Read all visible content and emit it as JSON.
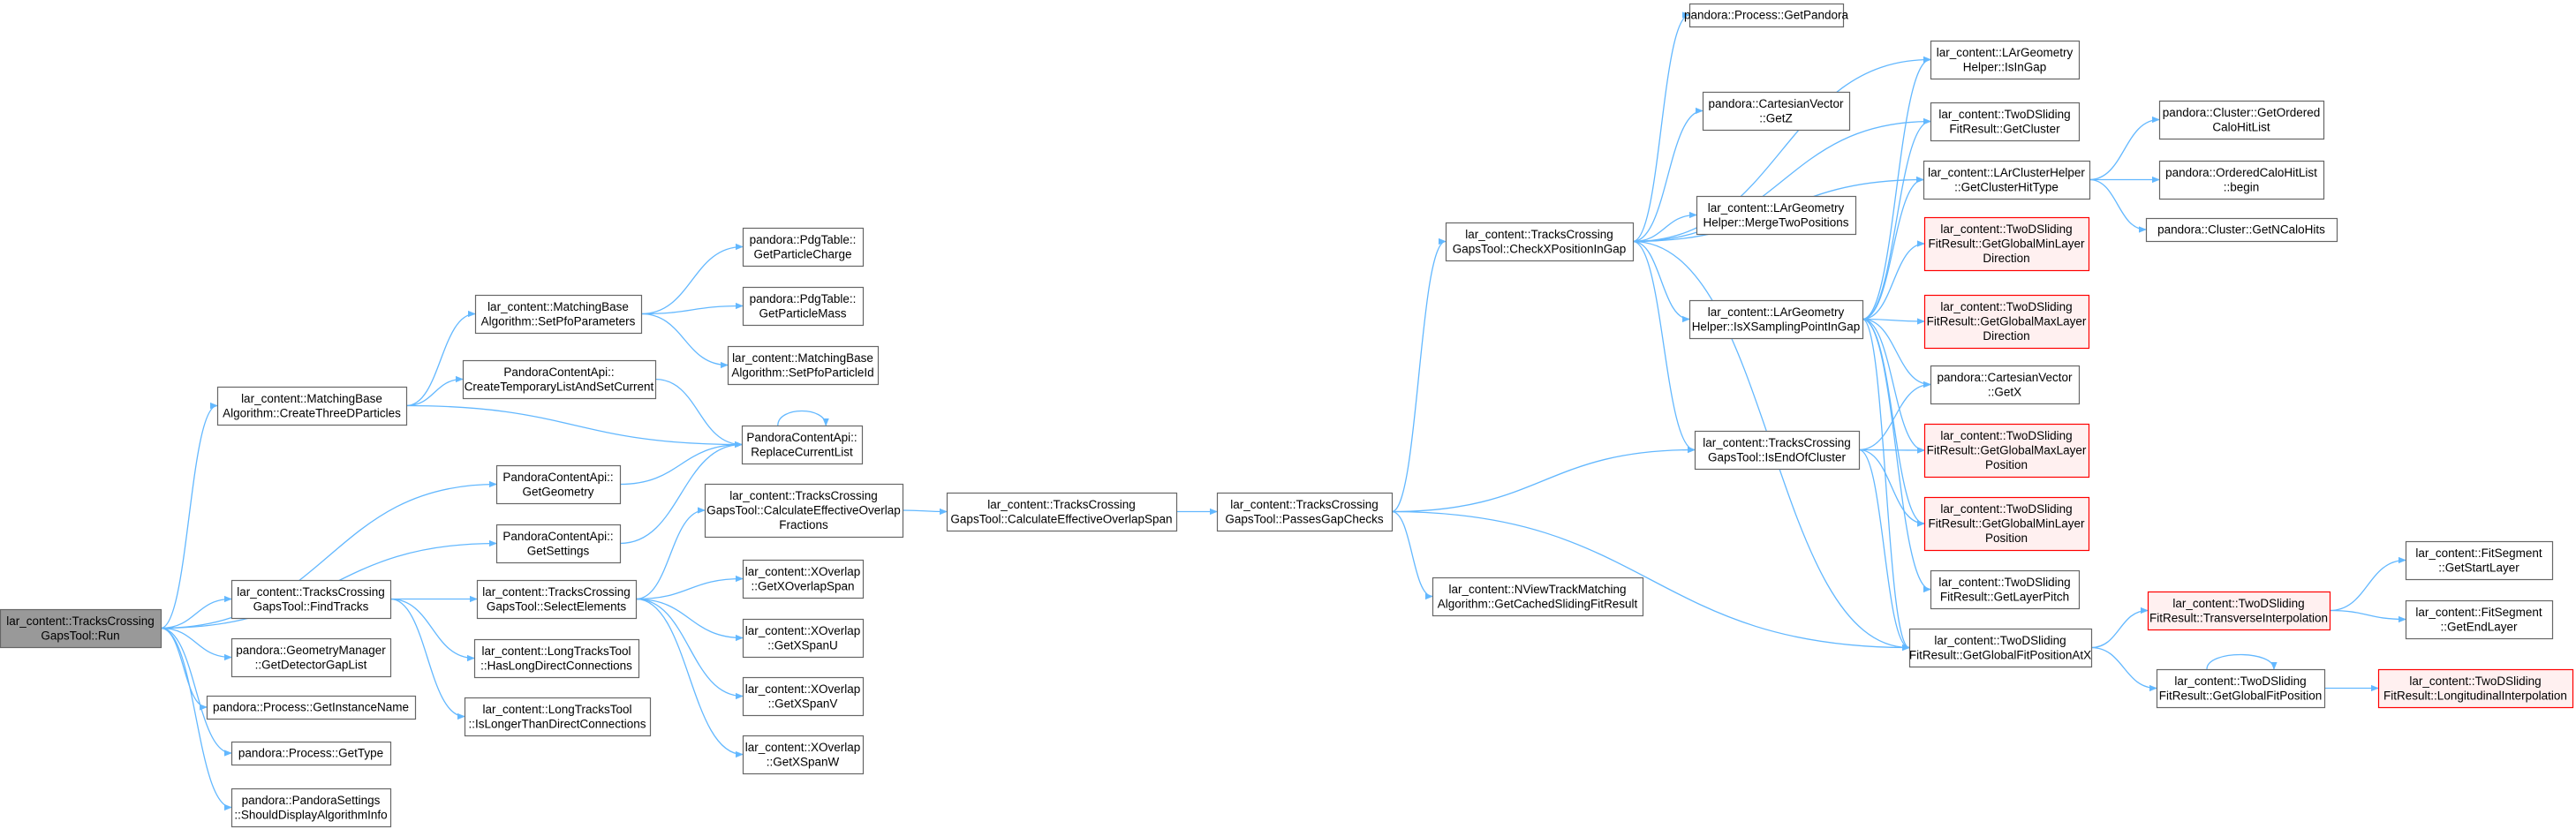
{
  "colors": {
    "edge": "#63b8ff",
    "node_fill": "#ffffff",
    "node_border": "#666666",
    "root_fill": "#999999",
    "root_border": "#666666",
    "truncated_fill": "#fff0f0",
    "truncated_border": "#ff0000"
  },
  "nodes": [
    {
      "id": "run",
      "lines": [
        "lar_content::TracksCrossing",
        "GapsTool::Run"
      ],
      "style": "root"
    },
    {
      "id": "create3d",
      "lines": [
        "lar_content::MatchingBase",
        "Algorithm::CreateThreeDParticles"
      ],
      "style": "normal"
    },
    {
      "id": "getgeometry",
      "lines": [
        "PandoraContentApi::",
        "GetGeometry"
      ],
      "style": "normal"
    },
    {
      "id": "getsettings",
      "lines": [
        "PandoraContentApi::",
        "GetSettings"
      ],
      "style": "normal"
    },
    {
      "id": "findtracks",
      "lines": [
        "lar_content::TracksCrossing",
        "GapsTool::FindTracks"
      ],
      "style": "normal"
    },
    {
      "id": "getdetectorgaplist",
      "lines": [
        "pandora::GeometryManager",
        "::GetDetectorGapList"
      ],
      "style": "normal"
    },
    {
      "id": "getinstancename",
      "lines": [
        "pandora::Process::GetInstanceName"
      ],
      "style": "normal"
    },
    {
      "id": "gettype",
      "lines": [
        "pandora::Process::GetType"
      ],
      "style": "normal"
    },
    {
      "id": "shoulddisplay",
      "lines": [
        "pandora::PandoraSettings",
        "::ShouldDisplayAlgorithmInfo"
      ],
      "style": "normal"
    },
    {
      "id": "setpfoparams",
      "lines": [
        "lar_content::MatchingBase",
        "Algorithm::SetPfoParameters"
      ],
      "style": "normal"
    },
    {
      "id": "createtemplist",
      "lines": [
        "PandoraContentApi::",
        "CreateTemporaryListAndSetCurrent"
      ],
      "style": "normal"
    },
    {
      "id": "replacecurrentlist",
      "lines": [
        "PandoraContentApi::",
        "ReplaceCurrentList"
      ],
      "style": "normal"
    },
    {
      "id": "getparticlecharge",
      "lines": [
        "pandora::PdgTable::",
        "GetParticleCharge"
      ],
      "style": "normal"
    },
    {
      "id": "getparticlemass",
      "lines": [
        "pandora::PdgTable::",
        "GetParticleMass"
      ],
      "style": "normal"
    },
    {
      "id": "setpfoparticleid",
      "lines": [
        "lar_content::MatchingBase",
        "Algorithm::SetPfoParticleId"
      ],
      "style": "normal"
    },
    {
      "id": "selectelements",
      "lines": [
        "lar_content::TracksCrossing",
        "GapsTool::SelectElements"
      ],
      "style": "normal"
    },
    {
      "id": "haslongdirect",
      "lines": [
        "lar_content::LongTracksTool",
        "::HasLongDirectConnections"
      ],
      "style": "normal"
    },
    {
      "id": "islonger",
      "lines": [
        "lar_content::LongTracksTool",
        "::IsLongerThanDirectConnections"
      ],
      "style": "normal"
    },
    {
      "id": "calcfractions",
      "lines": [
        "lar_content::TracksCrossing",
        "GapsTool::CalculateEffectiveOverlap",
        "Fractions"
      ],
      "style": "normal"
    },
    {
      "id": "getxoverlapspan",
      "lines": [
        "lar_content::XOverlap",
        "::GetXOverlapSpan"
      ],
      "style": "normal"
    },
    {
      "id": "getxspanu",
      "lines": [
        "lar_content::XOverlap",
        "::GetXSpanU"
      ],
      "style": "normal"
    },
    {
      "id": "getxspanv",
      "lines": [
        "lar_content::XOverlap",
        "::GetXSpanV"
      ],
      "style": "normal"
    },
    {
      "id": "getxspanw",
      "lines": [
        "lar_content::XOverlap",
        "::GetXSpanW"
      ],
      "style": "normal"
    },
    {
      "id": "calcspan",
      "lines": [
        "lar_content::TracksCrossing",
        "GapsTool::CalculateEffectiveOverlapSpan"
      ],
      "style": "normal"
    },
    {
      "id": "passesgapchecks",
      "lines": [
        "lar_content::TracksCrossing",
        "GapsTool::PassesGapChecks"
      ],
      "style": "normal"
    },
    {
      "id": "checkxpos",
      "lines": [
        "lar_content::TracksCrossing",
        "GapsTool::CheckXPositionInGap"
      ],
      "style": "normal"
    },
    {
      "id": "getcachedsliding",
      "lines": [
        "lar_content::NViewTrackMatching",
        "Algorithm::GetCachedSlidingFitResult"
      ],
      "style": "normal"
    },
    {
      "id": "getpandora",
      "lines": [
        "pandora::Process::GetPandora"
      ],
      "style": "normal"
    },
    {
      "id": "cvgetz",
      "lines": [
        "pandora::CartesianVector",
        "::GetZ"
      ],
      "style": "normal"
    },
    {
      "id": "mergetwopositions",
      "lines": [
        "lar_content::LArGeometry",
        "Helper::MergeTwoPositions"
      ],
      "style": "normal"
    },
    {
      "id": "isxsampling",
      "lines": [
        "lar_content::LArGeometry",
        "Helper::IsXSamplingPointInGap"
      ],
      "style": "normal"
    },
    {
      "id": "isendofcluster",
      "lines": [
        "lar_content::TracksCrossing",
        "GapsTool::IsEndOfCluster"
      ],
      "style": "normal"
    },
    {
      "id": "isingap",
      "lines": [
        "lar_content::LArGeometry",
        "Helper::IsInGap"
      ],
      "style": "normal"
    },
    {
      "id": "getcluster",
      "lines": [
        "lar_content::TwoDSliding",
        "FitResult::GetCluster"
      ],
      "style": "normal"
    },
    {
      "id": "getclusterhittype",
      "lines": [
        "lar_content::LArClusterHelper",
        "::GetClusterHitType"
      ],
      "style": "normal"
    },
    {
      "id": "globalminlayerdir",
      "lines": [
        "lar_content::TwoDSliding",
        "FitResult::GetGlobalMinLayer",
        "Direction"
      ],
      "style": "truncated"
    },
    {
      "id": "globalmaxlayerdir",
      "lines": [
        "lar_content::TwoDSliding",
        "FitResult::GetGlobalMaxLayer",
        "Direction"
      ],
      "style": "truncated"
    },
    {
      "id": "cvgetx",
      "lines": [
        "pandora::CartesianVector",
        "::GetX"
      ],
      "style": "normal"
    },
    {
      "id": "globalmaxlayerpos",
      "lines": [
        "lar_content::TwoDSliding",
        "FitResult::GetGlobalMaxLayer",
        "Position"
      ],
      "style": "truncated"
    },
    {
      "id": "globalminlayerpos",
      "lines": [
        "lar_content::TwoDSliding",
        "FitResult::GetGlobalMinLayer",
        "Position"
      ],
      "style": "truncated"
    },
    {
      "id": "getlayerpitch",
      "lines": [
        "lar_content::TwoDSliding",
        "FitResult::GetLayerPitch"
      ],
      "style": "normal"
    },
    {
      "id": "globalfitposatx",
      "lines": [
        "lar_content::TwoDSliding",
        "FitResult::GetGlobalFitPositionAtX"
      ],
      "style": "normal"
    },
    {
      "id": "getorderedcalohitlist",
      "lines": [
        "pandora::Cluster::GetOrdered",
        "CaloHitList"
      ],
      "style": "normal"
    },
    {
      "id": "orderedbegin",
      "lines": [
        "pandora::OrderedCaloHitList",
        "::begin"
      ],
      "style": "normal"
    },
    {
      "id": "getncalohits",
      "lines": [
        "pandora::Cluster::GetNCaloHits"
      ],
      "style": "normal"
    },
    {
      "id": "transverseinterp",
      "lines": [
        "lar_content::TwoDSliding",
        "FitResult::TransverseInterpolation"
      ],
      "style": "truncated"
    },
    {
      "id": "globalfitpos",
      "lines": [
        "lar_content::TwoDSliding",
        "FitResult::GetGlobalFitPosition"
      ],
      "style": "normal"
    },
    {
      "id": "getstartlayer",
      "lines": [
        "lar_content::FitSegment",
        "::GetStartLayer"
      ],
      "style": "normal"
    },
    {
      "id": "getendlayer",
      "lines": [
        "lar_content::FitSegment",
        "::GetEndLayer"
      ],
      "style": "normal"
    },
    {
      "id": "longitudinalinterp",
      "lines": [
        "lar_content::TwoDSliding",
        "FitResult::LongitudinalInterpolation"
      ],
      "style": "truncated"
    }
  ],
  "edges": [
    [
      "run",
      "create3d"
    ],
    [
      "run",
      "getgeometry"
    ],
    [
      "run",
      "getsettings"
    ],
    [
      "run",
      "findtracks"
    ],
    [
      "run",
      "getdetectorgaplist"
    ],
    [
      "run",
      "getinstancename"
    ],
    [
      "run",
      "gettype"
    ],
    [
      "run",
      "shoulddisplay"
    ],
    [
      "create3d",
      "setpfoparams"
    ],
    [
      "create3d",
      "createtemplist"
    ],
    [
      "create3d",
      "replacecurrentlist"
    ],
    [
      "setpfoparams",
      "getparticlecharge"
    ],
    [
      "setpfoparams",
      "getparticlemass"
    ],
    [
      "setpfoparams",
      "setpfoparticleid"
    ],
    [
      "createtemplist",
      "replacecurrentlist"
    ],
    [
      "replacecurrentlist",
      "replacecurrentlist"
    ],
    [
      "getgeometry",
      "replacecurrentlist"
    ],
    [
      "getsettings",
      "replacecurrentlist"
    ],
    [
      "findtracks",
      "selectelements"
    ],
    [
      "findtracks",
      "haslongdirect"
    ],
    [
      "findtracks",
      "islonger"
    ],
    [
      "selectelements",
      "calcfractions"
    ],
    [
      "selectelements",
      "getxoverlapspan"
    ],
    [
      "selectelements",
      "getxspanu"
    ],
    [
      "selectelements",
      "getxspanv"
    ],
    [
      "selectelements",
      "getxspanw"
    ],
    [
      "calcfractions",
      "calcspan"
    ],
    [
      "calcspan",
      "passesgapchecks"
    ],
    [
      "passesgapchecks",
      "checkxpos"
    ],
    [
      "passesgapchecks",
      "getcachedsliding"
    ],
    [
      "passesgapchecks",
      "isendofcluster"
    ],
    [
      "passesgapchecks",
      "globalfitposatx"
    ],
    [
      "checkxpos",
      "getpandora"
    ],
    [
      "checkxpos",
      "cvgetz"
    ],
    [
      "checkxpos",
      "mergetwopositions"
    ],
    [
      "checkxpos",
      "isxsampling"
    ],
    [
      "checkxpos",
      "isendofcluster"
    ],
    [
      "checkxpos",
      "isingap"
    ],
    [
      "checkxpos",
      "getcluster"
    ],
    [
      "checkxpos",
      "getclusterhittype"
    ],
    [
      "checkxpos",
      "globalfitposatx"
    ],
    [
      "isxsampling",
      "isingap"
    ],
    [
      "isxsampling",
      "getcluster"
    ],
    [
      "isxsampling",
      "getclusterhittype"
    ],
    [
      "isxsampling",
      "globalminlayerdir"
    ],
    [
      "isxsampling",
      "globalmaxlayerdir"
    ],
    [
      "isxsampling",
      "cvgetx"
    ],
    [
      "isxsampling",
      "globalmaxlayerpos"
    ],
    [
      "isxsampling",
      "globalminlayerpos"
    ],
    [
      "isxsampling",
      "getlayerpitch"
    ],
    [
      "isxsampling",
      "globalfitposatx"
    ],
    [
      "isendofcluster",
      "cvgetx"
    ],
    [
      "isendofcluster",
      "globalmaxlayerpos"
    ],
    [
      "isendofcluster",
      "globalminlayerpos"
    ],
    [
      "isendofcluster",
      "globalfitposatx"
    ],
    [
      "getclusterhittype",
      "getorderedcalohitlist"
    ],
    [
      "getclusterhittype",
      "orderedbegin"
    ],
    [
      "getclusterhittype",
      "getncalohits"
    ],
    [
      "globalfitposatx",
      "transverseinterp"
    ],
    [
      "globalfitposatx",
      "globalfitpos"
    ],
    [
      "transverseinterp",
      "getstartlayer"
    ],
    [
      "transverseinterp",
      "getendlayer"
    ],
    [
      "globalfitpos",
      "globalfitpos"
    ],
    [
      "globalfitpos",
      "longitudinalinterp"
    ]
  ]
}
